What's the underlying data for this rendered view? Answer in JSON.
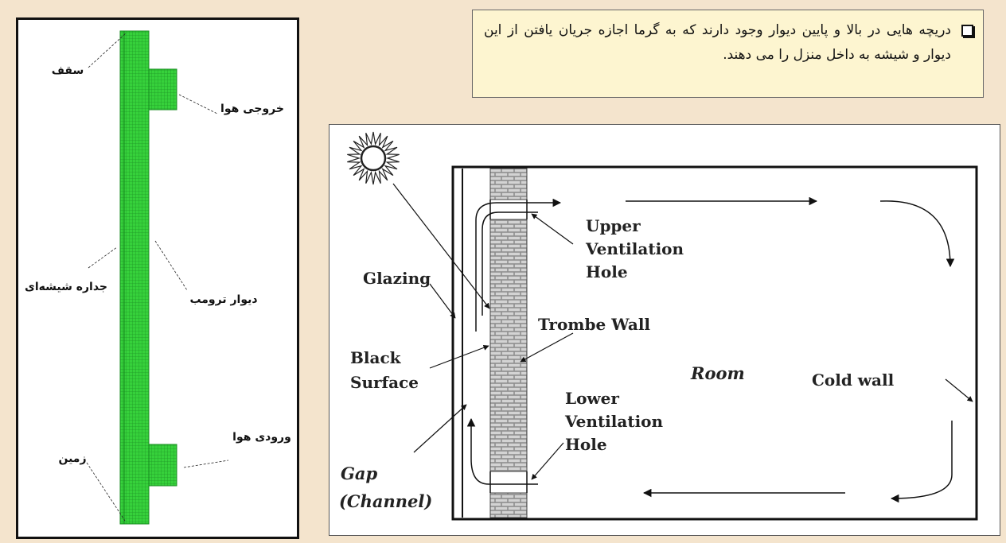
{
  "note": {
    "text": "دریچه هایی در بالا و پایین دیوار وجود دارند که به گرما اجازه جریان یافتن از این دیوار و شیشه به داخل منزل را می دهند."
  },
  "left_diagram": {
    "labels": {
      "ceiling": "سقف",
      "air_outlet": "خروجی هوا",
      "glass_wall": "جداره شیشه‌ای",
      "trombe_wall": "دیوار ترومب",
      "air_inlet": "ورودی هوا",
      "ground": "زمین"
    },
    "colors": {
      "mesh_fill": "#36d13b",
      "mesh_line": "#1a8f22"
    }
  },
  "right_diagram": {
    "labels": {
      "upper_1": "Upper",
      "upper_2": "Ventilation",
      "upper_3": "Hole",
      "glazing": "Glazing",
      "trombe_wall": "Trombe Wall",
      "black_1": "Black",
      "black_2": "Surface",
      "room": "Room",
      "cold_wall": "Cold wall",
      "lower_1": "Lower",
      "lower_2": "Ventilation",
      "lower_3": "Hole",
      "gap_1": "Gap",
      "gap_2": "(Channel)"
    },
    "icons": [
      "sun-icon"
    ]
  }
}
